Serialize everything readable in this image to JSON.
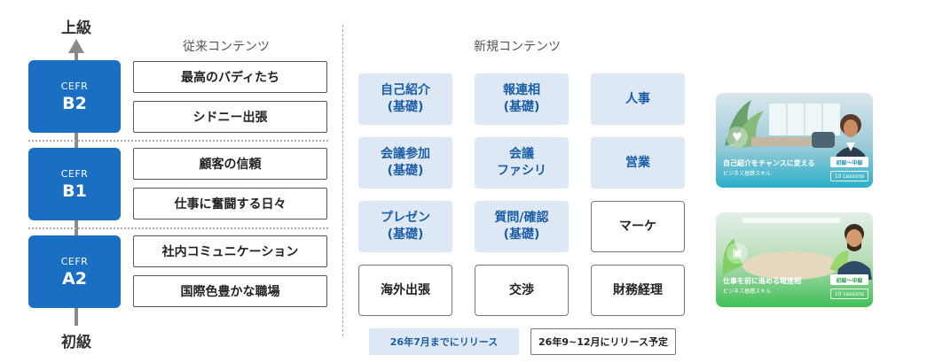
{
  "axis": {
    "top_label": "上級",
    "bottom_label": "初級"
  },
  "levels": [
    {
      "cefr": "CEFR",
      "level": "B2"
    },
    {
      "cefr": "CEFR",
      "level": "B1"
    },
    {
      "cefr": "CEFR",
      "level": "A2"
    }
  ],
  "existing": {
    "title": "従来コンテンツ",
    "items": [
      "最高のバディたち",
      "シドニー出張",
      "顧客の信頼",
      "仕事に奮闘する日々",
      "社内コミュニケーション",
      "国際色豊かな職場"
    ]
  },
  "new_content": {
    "title": "新規コンテンツ",
    "tiles": [
      {
        "label": "自己紹介\n(基礎)",
        "release": "jul"
      },
      {
        "label": "報連相\n(基礎)",
        "release": "jul"
      },
      {
        "label": "人事",
        "release": "jul"
      },
      {
        "label": "会議参加\n(基礎)",
        "release": "jul"
      },
      {
        "label": "会議\nファシリ",
        "release": "jul"
      },
      {
        "label": "営業",
        "release": "jul"
      },
      {
        "label": "プレゼン\n(基礎)",
        "release": "jul"
      },
      {
        "label": "質問/確認\n(基礎)",
        "release": "jul"
      },
      {
        "label": "マーケ",
        "release": "sep"
      },
      {
        "label": "海外出張",
        "release": "sep"
      },
      {
        "label": "交渉",
        "release": "sep"
      },
      {
        "label": "財務経理",
        "release": "sep"
      }
    ]
  },
  "legend": {
    "jul": "26年7月までにリリース",
    "sep": "26年9~12月にリリース予定"
  },
  "cards": [
    {
      "title": "自己紹介をチャンスに変える",
      "subtitle": "ビジネス基礎スキル",
      "level_tag": "初級〜中級",
      "lessons": "10 Lessons",
      "icon": "heart-icon",
      "tag_color": "#1e8fb8"
    },
    {
      "title": "仕事を前に進める報連相",
      "subtitle": "ビジネス基礎スキル",
      "level_tag": "初級〜中級",
      "lessons": "10 Lessons",
      "icon": "chat-icon",
      "tag_color": "#2aa14a"
    }
  ],
  "colors": {
    "level_blue": "#1a6fc3",
    "tile_fill": "#dde8f4",
    "tile_text": "#1b5ea8"
  }
}
